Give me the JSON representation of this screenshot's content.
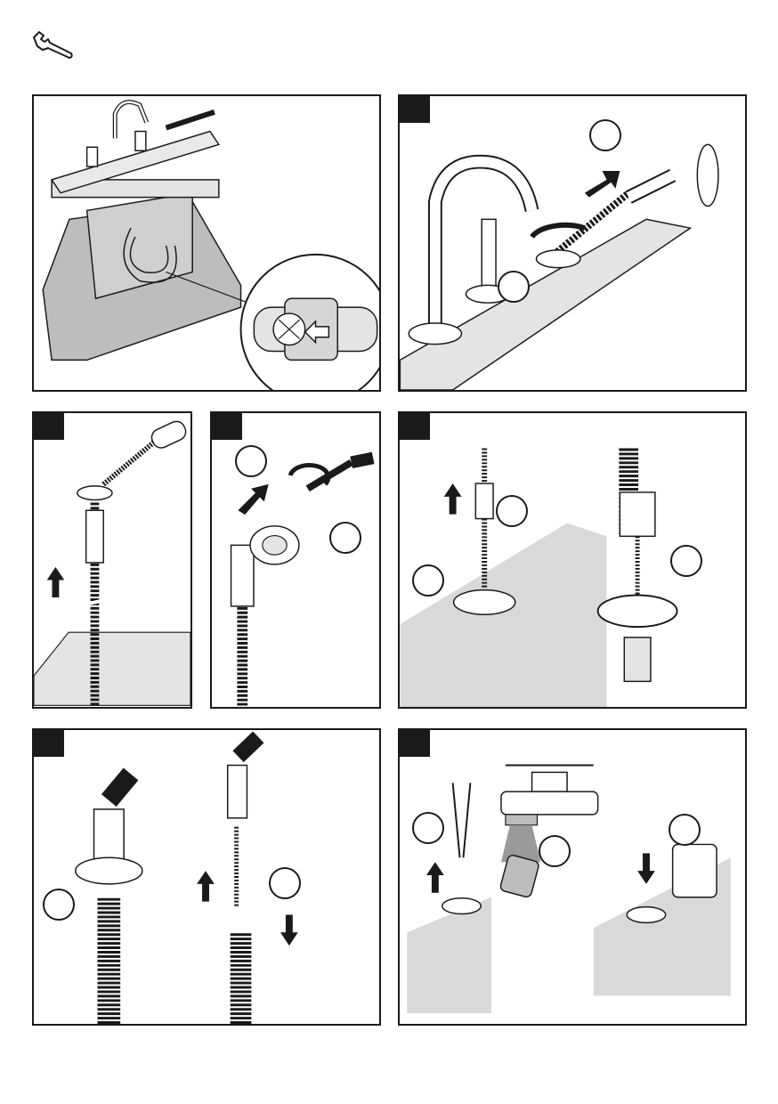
{
  "page": {
    "icon": "wrench-icon",
    "colors": {
      "line": "#1a1a1a",
      "fill_gray": "#bdbdbd",
      "light_gray": "#e4e4e4"
    }
  },
  "panels": [
    {
      "id": "p1",
      "illustration": "valve-body-check-valve",
      "tab": false
    },
    {
      "id": "p2",
      "illustration": "hand-shower-hose-removal",
      "tab": true,
      "callouts": 2
    },
    {
      "id": "p3",
      "illustration": "hose-pull-up",
      "tab": true,
      "callouts": 0
    },
    {
      "id": "p4",
      "illustration": "hose-unscrew",
      "tab": true,
      "callouts": 2
    },
    {
      "id": "p5",
      "illustration": "hose-guide-removal",
      "tab": true,
      "callouts": 3
    },
    {
      "id": "p6",
      "illustration": "hose-disconnect",
      "tab": true,
      "callouts": 2
    },
    {
      "id": "p7",
      "illustration": "check-valve-cleaning",
      "tab": true,
      "callouts": 3
    }
  ]
}
